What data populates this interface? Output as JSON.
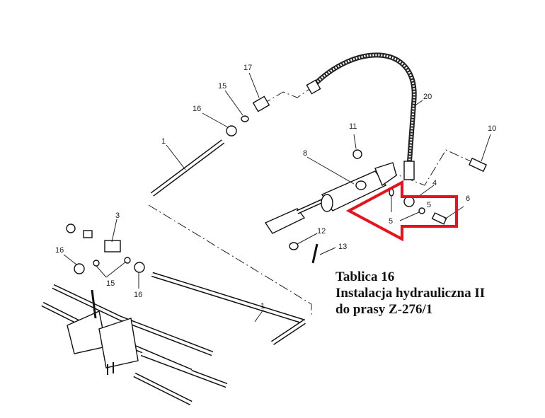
{
  "caption": {
    "line1": "Tablica 16",
    "line2": "Instalacja hydrauliczna II",
    "line3": "do prasy Z-276/1"
  },
  "callouts": {
    "p1a": "1",
    "p1b": "1",
    "p3": "3",
    "p4": "4",
    "p5a": "5",
    "p5b": "5",
    "p6": "6",
    "p8": "8",
    "p10": "10",
    "p11": "11",
    "p12": "12",
    "p13": "13",
    "p15a": "15",
    "p15b": "15",
    "p16a": "16",
    "p16b": "16",
    "p16c": "16",
    "p17": "17",
    "p20": "20"
  },
  "colors": {
    "highlight_arrow": "#e8121c"
  }
}
